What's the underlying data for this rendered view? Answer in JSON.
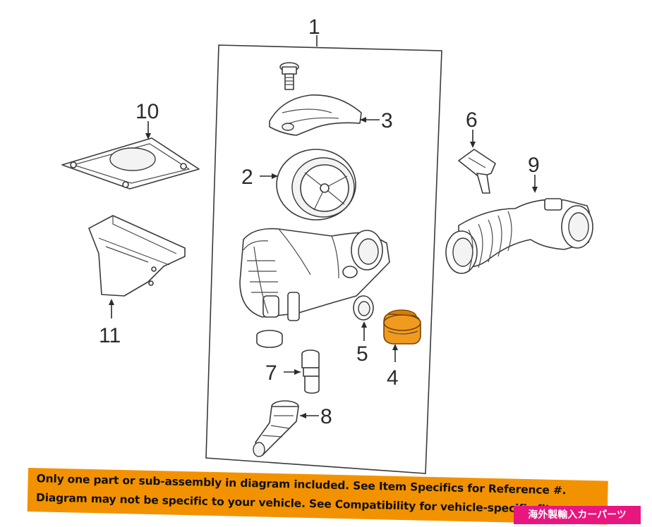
{
  "diagram": {
    "callouts": {
      "c1": "1",
      "c2": "2",
      "c3": "3",
      "c4": "4",
      "c5": "5",
      "c6": "6",
      "c7": "7",
      "c8": "8",
      "c9": "9",
      "c10": "10",
      "c11": "11"
    },
    "highlighted_part": "4",
    "colors": {
      "highlight": "#f19a20",
      "line": "#3a3a3a"
    }
  },
  "banner": {
    "line1": "Only one part or sub-assembly in diagram included. See Item Specifics for Reference #.",
    "line2": "Diagram may not be specific to your vehicle. See Compatibility for vehicle-specific fit.",
    "color": "#f39200"
  },
  "tag": {
    "text": "海外製輸入カーパーツ",
    "color": "#e8167f"
  }
}
